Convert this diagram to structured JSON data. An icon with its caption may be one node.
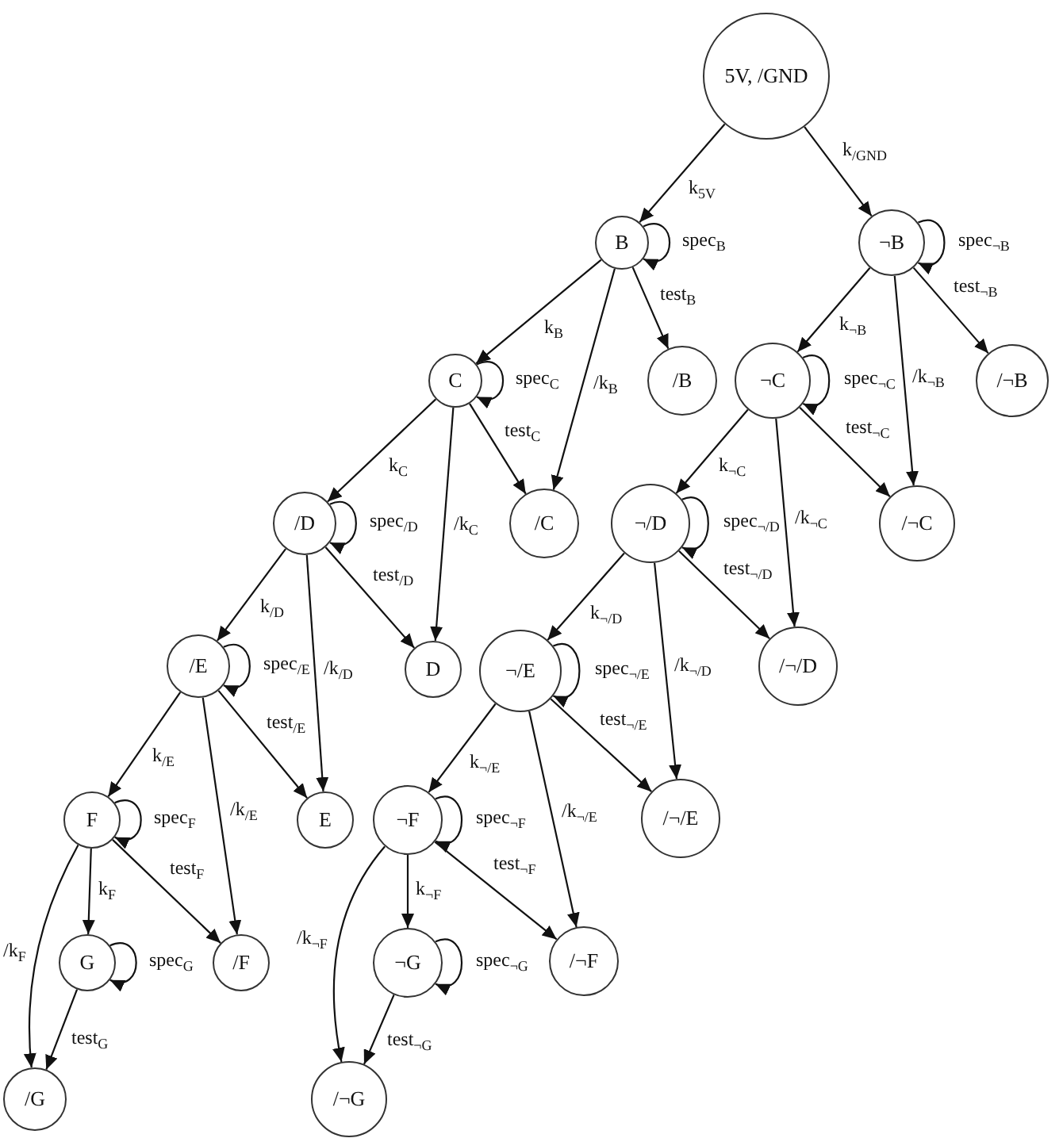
{
  "diagram": {
    "nodes": [
      {
        "text": [
          "5V, /GND"
        ]
      },
      {
        "text": [
          "B"
        ]
      },
      {
        "text": [
          "¬B"
        ]
      },
      {
        "text": [
          "/B"
        ]
      },
      {
        "text": [
          "C"
        ]
      },
      {
        "text": [
          "¬C"
        ]
      },
      {
        "text": [
          "/¬B"
        ]
      },
      {
        "text": [
          "/D"
        ]
      },
      {
        "text": [
          "/C"
        ]
      },
      {
        "text": [
          "¬/D"
        ]
      },
      {
        "text": [
          "/¬C"
        ]
      },
      {
        "text": [
          "/E"
        ]
      },
      {
        "text": [
          "D"
        ]
      },
      {
        "text": [
          "¬/E"
        ]
      },
      {
        "text": [
          "/¬/D"
        ]
      },
      {
        "text": [
          "F"
        ]
      },
      {
        "text": [
          "E"
        ]
      },
      {
        "text": [
          "¬F"
        ]
      },
      {
        "text": [
          "/¬/E"
        ]
      },
      {
        "text": [
          "G"
        ]
      },
      {
        "text": [
          "/F"
        ]
      },
      {
        "text": [
          "¬G"
        ]
      },
      {
        "text": [
          "/¬F"
        ]
      },
      {
        "text": [
          "/G"
        ]
      },
      {
        "text": [
          "/¬G"
        ]
      }
    ],
    "edges": [
      {
        "from": 0,
        "to": 1,
        "arrow": "to",
        "label": "k$_{5V}$"
      },
      {
        "from": 0,
        "to": 2,
        "arrow": "to",
        "label": "k$_{/GND}$"
      },
      {
        "from": 1,
        "to": 1,
        "arrow": "to",
        "label": "spec$_{B}$"
      },
      {
        "from": 1,
        "to": 4,
        "arrow": "to",
        "label": "k$_{B}$"
      },
      {
        "from": 1,
        "to": 8,
        "arrow": "to",
        "label": "/k$_{B}$"
      },
      {
        "from": 1,
        "to": 3,
        "arrow": "to",
        "label": "test$_{B}$"
      },
      {
        "from": 2,
        "to": 2,
        "arrow": "to",
        "label": "spec$_{¬B}$"
      },
      {
        "from": 2,
        "to": 5,
        "arrow": "to",
        "label": "k$_{¬B}$"
      },
      {
        "from": 2,
        "to": 10,
        "arrow": "to",
        "label": "/k$_{¬B}$"
      },
      {
        "from": 2,
        "to": 6,
        "arrow": "to",
        "label": "test$_{¬B}$"
      },
      {
        "from": 4,
        "to": 4,
        "arrow": "to",
        "label": "spec$_{C}$"
      },
      {
        "from": 4,
        "to": 7,
        "arrow": "to",
        "label": "k$_{C}$"
      },
      {
        "from": 4,
        "to": 12,
        "arrow": "to",
        "label": "/k$_{C}$"
      },
      {
        "from": 4,
        "to": 8,
        "arrow": "to",
        "label": "test$_{C}$"
      },
      {
        "from": 5,
        "to": 5,
        "arrow": "to",
        "label": "spec$_{¬C}$"
      },
      {
        "from": 5,
        "to": 9,
        "arrow": "to",
        "label": "k$_{¬C}$"
      },
      {
        "from": 5,
        "to": 14,
        "arrow": "to",
        "label": "/k$_{¬C}$"
      },
      {
        "from": 5,
        "to": 10,
        "arrow": "to",
        "label": "test$_{¬C}$"
      },
      {
        "from": 7,
        "to": 7,
        "arrow": "to",
        "label": "spec$_{/D}$"
      },
      {
        "from": 7,
        "to": 11,
        "arrow": "to",
        "label": "k$_{/D}$"
      },
      {
        "from": 7,
        "to": 16,
        "arrow": "to",
        "label": "/k$_{/D}$"
      },
      {
        "from": 7,
        "to": 12,
        "arrow": "to",
        "label": "test$_{/D}$"
      },
      {
        "from": 9,
        "to": 9,
        "arrow": "to",
        "label": "spec$_{¬/D}$"
      },
      {
        "from": 9,
        "to": 13,
        "arrow": "to",
        "label": "k$_{¬/D}$"
      },
      {
        "from": 9,
        "to": 18,
        "arrow": "to",
        "label": "/k$_{¬/D}$"
      },
      {
        "from": 9,
        "to": 14,
        "arrow": "to",
        "label": "test$_{¬/D}$"
      },
      {
        "from": 11,
        "to": 11,
        "arrow": "to",
        "label": "spec$_{/E}$"
      },
      {
        "from": 11,
        "to": 15,
        "arrow": "to",
        "label": "k$_{/E}$"
      },
      {
        "from": 11,
        "to": 20,
        "arrow": "to",
        "label": "/k$_{/E}$"
      },
      {
        "from": 11,
        "to": 16,
        "arrow": "to",
        "label": "test$_{/E}$"
      },
      {
        "from": 13,
        "to": 13,
        "arrow": "to",
        "label": "spec$_{¬/E}$"
      },
      {
        "from": 13,
        "to": 17,
        "arrow": "to",
        "label": "k$_{¬/E}$"
      },
      {
        "from": 13,
        "to": 22,
        "arrow": "to",
        "label": "/k$_{¬/E}$"
      },
      {
        "from": 13,
        "to": 18,
        "arrow": "to",
        "label": "test$_{¬/E}$"
      },
      {
        "from": 15,
        "to": 15,
        "arrow": "to",
        "label": "spec$_{F}$"
      },
      {
        "from": 15,
        "to": 19,
        "arrow": "to",
        "label": "k$_{F}$"
      },
      {
        "from": 15,
        "to": 23,
        "arrow": "to",
        "label": "/k$_{F}$"
      },
      {
        "from": 15,
        "to": 20,
        "arrow": "to",
        "label": "test$_{F}$"
      },
      {
        "from": 17,
        "to": 17,
        "arrow": "to",
        "label": "spec$_{¬F}$"
      },
      {
        "from": 17,
        "to": 21,
        "arrow": "to",
        "label": "k$_{¬F}$"
      },
      {
        "from": 17,
        "to": 24,
        "arrow": "to",
        "label": "/k$_{¬F}$"
      },
      {
        "from": 17,
        "to": 22,
        "arrow": "to",
        "label": "test$_{¬F}$"
      },
      {
        "from": 19,
        "to": 19,
        "arrow": "to",
        "label": "spec$_{G}$"
      },
      {
        "from": 19,
        "to": 23,
        "arrow": "to",
        "label": "test$_{G}$"
      },
      {
        "from": 21,
        "to": 21,
        "arrow": "to",
        "label": "spec$_{¬G}$"
      },
      {
        "from": 21,
        "to": 24,
        "arrow": "to",
        "label": "test$_{¬G}$"
      }
    ]
  }
}
